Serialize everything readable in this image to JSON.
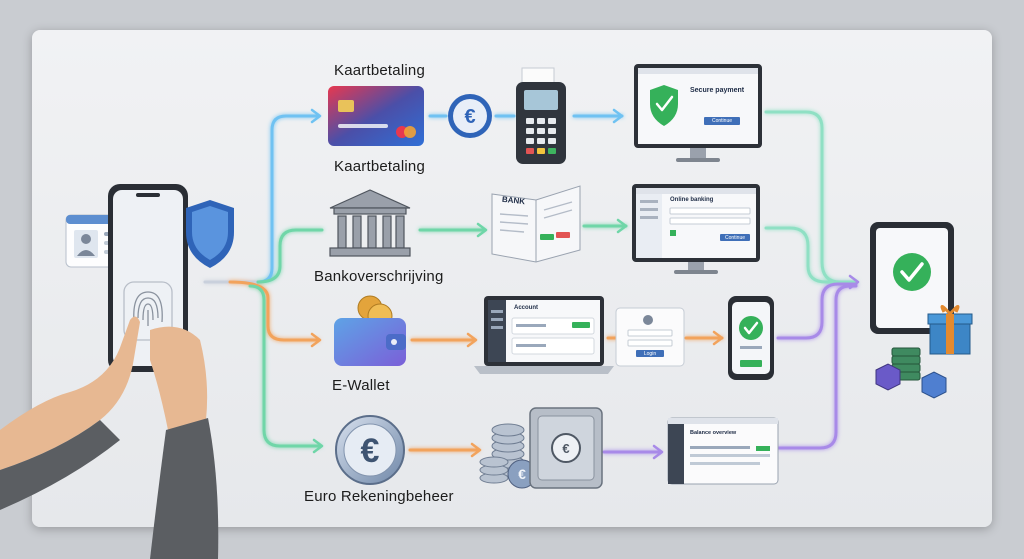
{
  "methods": {
    "card_label_top": "Kaartbetaling",
    "card_label_bottom": "Kaartbetaling",
    "bank_label": "Bankoverschrijving",
    "wallet_label": "E-Wallet",
    "euro_label": "Euro Rekeningbeheer"
  },
  "screens": {
    "secure_title": "Secure payment",
    "secure_button": "Continue",
    "banking_title": "Online banking",
    "banking_button": "Continue",
    "account_title": "Account",
    "login_button": "Login",
    "balance_title": "Balance overview",
    "bank_book_title": "BANK"
  },
  "colors": {
    "card_flow": "#6fc2f2",
    "bank_flow": "#6fd6a8",
    "wallet_flow": "#f2a35c",
    "euro_flow": "#a88ae8",
    "success": "#35b15a",
    "accent_blue": "#3f6fb8"
  }
}
